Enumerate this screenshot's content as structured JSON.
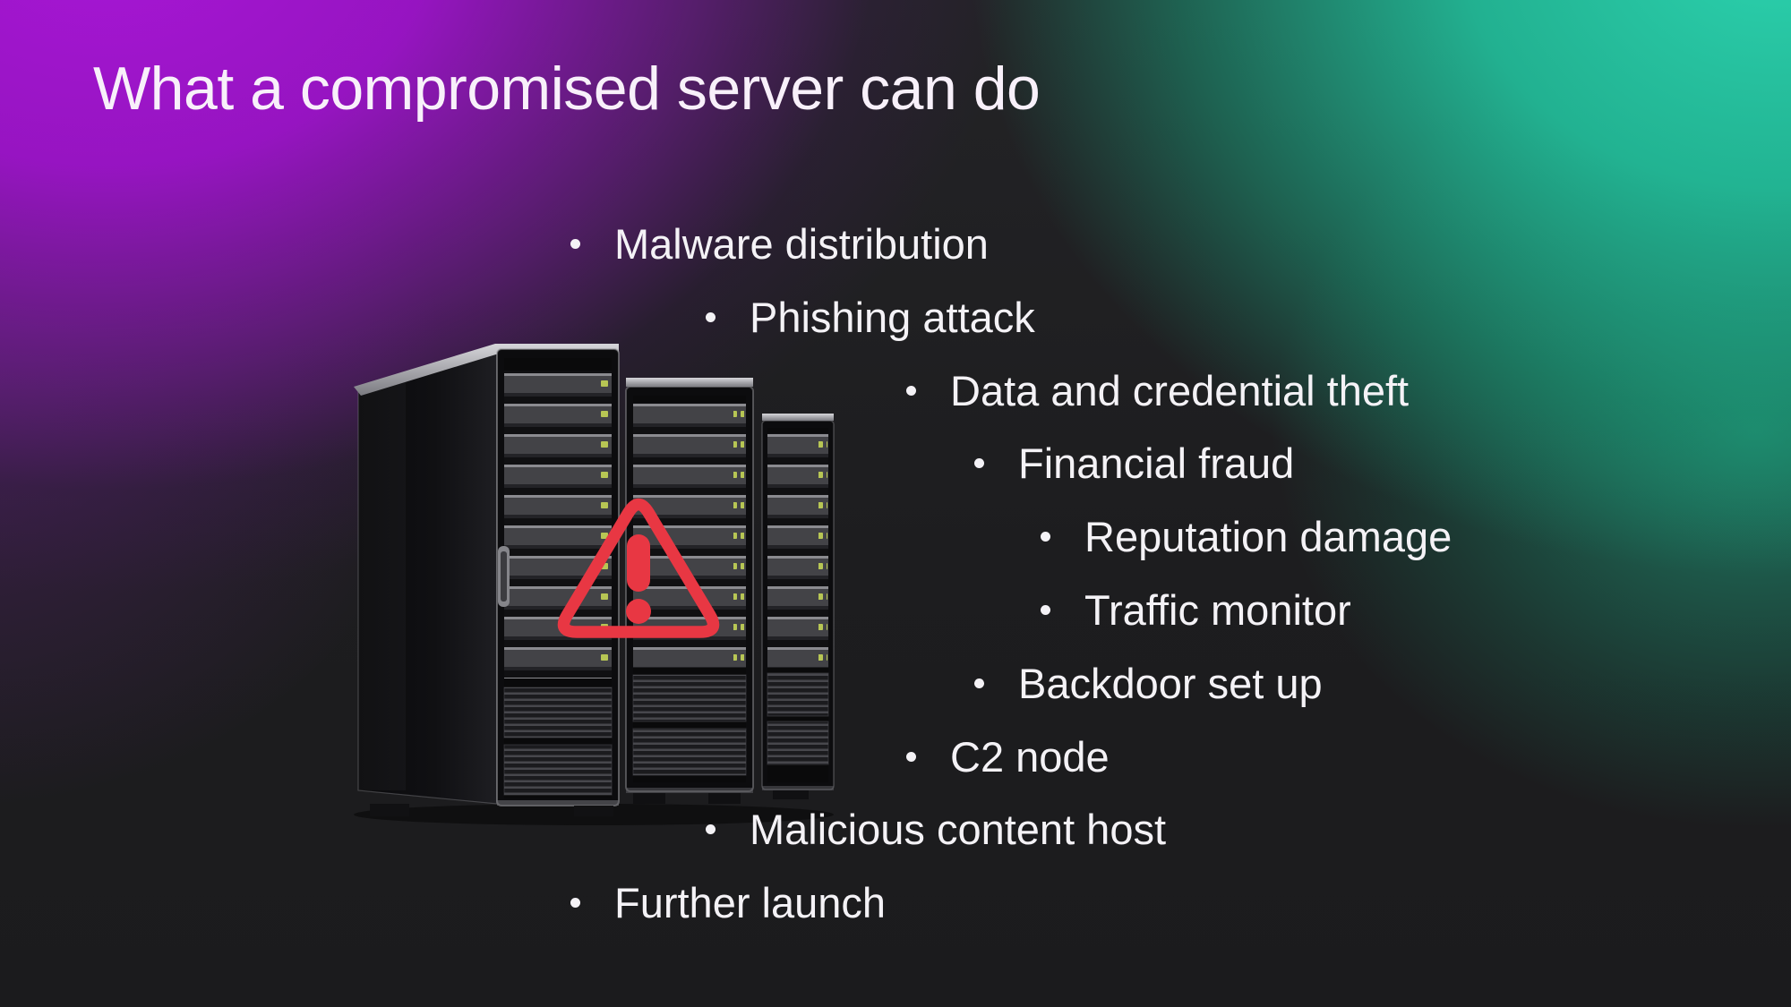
{
  "slide": {
    "title": "What a compromised server can do",
    "bullets": [
      "Malware distribution",
      "Phishing attack",
      "Data and credential theft",
      "Financial fraud",
      "Reputation damage",
      "Traffic monitor",
      "Backdoor set up",
      "C2 node",
      "Malicious content host",
      "Further launch"
    ]
  },
  "colors": {
    "gradient_purple": "#a816d6",
    "gradient_teal": "#26c9a7",
    "background_dark": "#1d1d1f",
    "warning_red": "#e83743",
    "led_green": "#c3d456",
    "text_light": "#f4f2f6"
  },
  "icons": {
    "warning": "warning-triangle-icon",
    "bullet": "bullet-dot-icon"
  }
}
